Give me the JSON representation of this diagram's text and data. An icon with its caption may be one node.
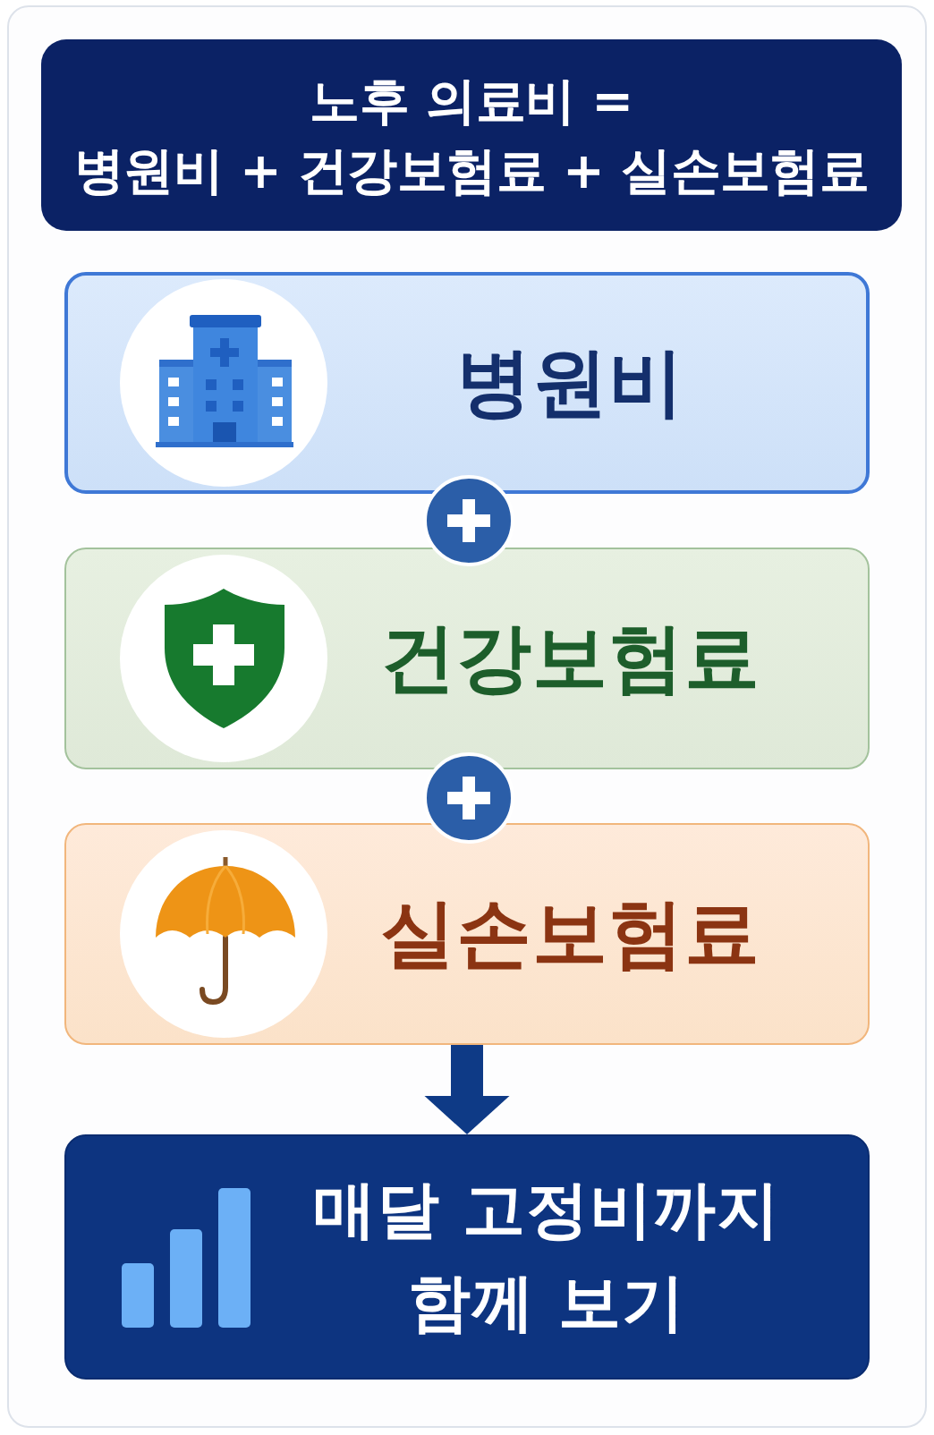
{
  "diagram": {
    "title": "노후 의료비 = 병원비 + 건강보험료 + 실손보험료",
    "nodes": [
      {
        "text": [
          "병원비"
        ]
      },
      {
        "text": [
          "건강보험료"
        ]
      },
      {
        "text": [
          "실손보험료"
        ]
      },
      {
        "text": [
          "매달 고정비까지 함께 보기"
        ]
      }
    ],
    "edges": [
      {
        "from": 2,
        "to": 3,
        "arrow": "to",
        "style": "thick"
      }
    ]
  }
}
